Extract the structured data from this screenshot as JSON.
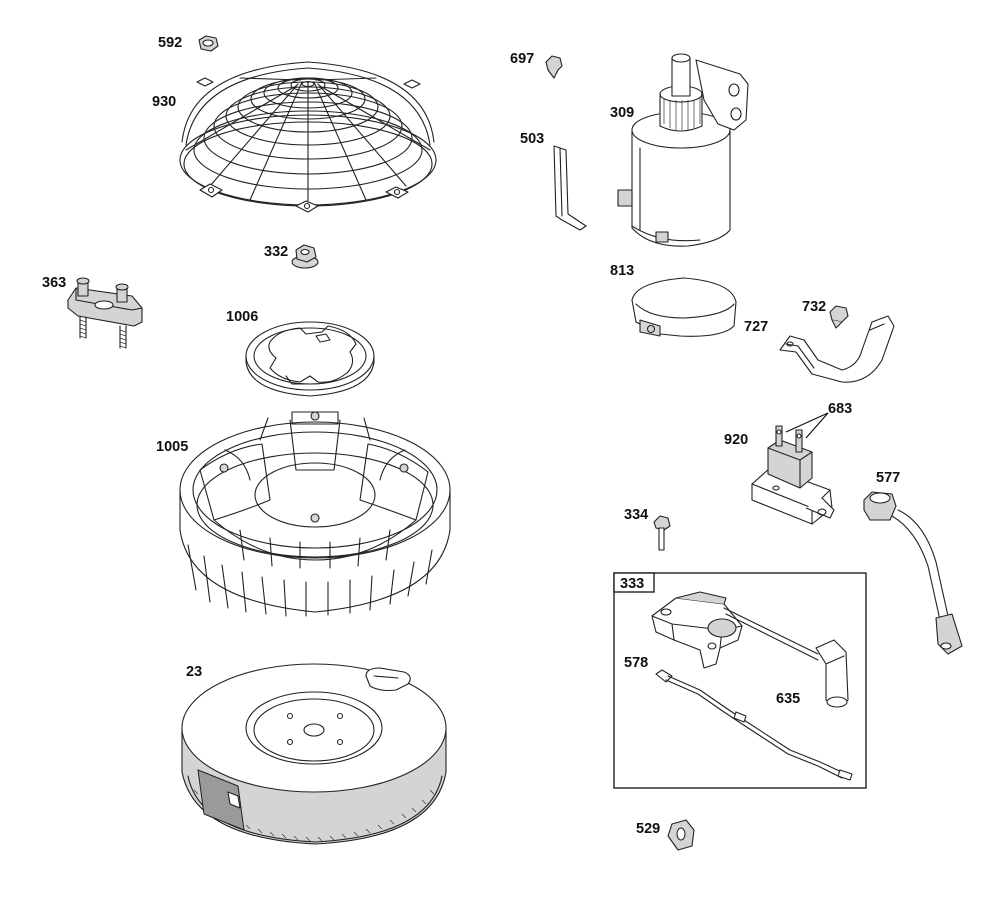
{
  "diagram": {
    "parts": [
      {
        "id": "592",
        "label": "592",
        "name": "Nut"
      },
      {
        "id": "930",
        "label": "930",
        "name": "Screen"
      },
      {
        "id": "332",
        "label": "332",
        "name": "Nut"
      },
      {
        "id": "363",
        "label": "363",
        "name": "Terminal"
      },
      {
        "id": "1006",
        "label": "1006",
        "name": "Fan"
      },
      {
        "id": "1005",
        "label": "1005",
        "name": "Fan"
      },
      {
        "id": "23",
        "label": "23",
        "name": "Flywheel"
      },
      {
        "id": "697",
        "label": "697",
        "name": "Nut"
      },
      {
        "id": "503",
        "label": "503",
        "name": "Bracket"
      },
      {
        "id": "309",
        "label": "309",
        "name": "Starter"
      },
      {
        "id": "813",
        "label": "813",
        "name": "Clamp"
      },
      {
        "id": "732",
        "label": "732",
        "name": "Nut"
      },
      {
        "id": "727",
        "label": "727",
        "name": "Bracket"
      },
      {
        "id": "683",
        "label": "683",
        "name": "Terminal"
      },
      {
        "id": "920",
        "label": "920",
        "name": "Solenoid"
      },
      {
        "id": "577",
        "label": "577",
        "name": "Wire"
      },
      {
        "id": "334",
        "label": "334",
        "name": "Screw"
      },
      {
        "id": "333",
        "label": "333",
        "name": "Armature"
      },
      {
        "id": "578",
        "label": "578",
        "name": "Wire"
      },
      {
        "id": "635",
        "label": "635",
        "name": "Spark Plug Cap"
      },
      {
        "id": "529",
        "label": "529",
        "name": "Grommet"
      }
    ]
  }
}
